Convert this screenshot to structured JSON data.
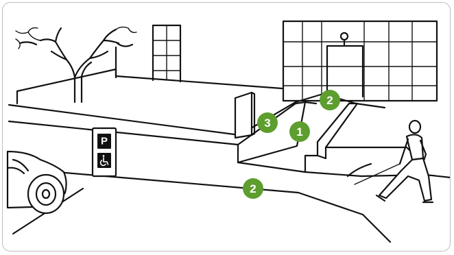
{
  "colors": {
    "badge": "#5d9e2f",
    "line": "#111111",
    "frame": "#bdbdbd",
    "sign_panel": "#111111"
  },
  "parking_sign": {
    "letter": "P",
    "icon": "wheelchair-icon"
  },
  "markers": [
    {
      "id": "curb-ramp",
      "label": "1"
    },
    {
      "id": "top-landing",
      "label": "2"
    },
    {
      "id": "street-crossing",
      "label": "2"
    },
    {
      "id": "ramp-flare",
      "label": "3"
    }
  ]
}
